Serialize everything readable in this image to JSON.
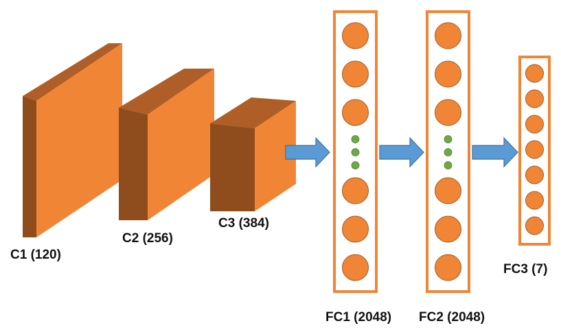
{
  "colors": {
    "block_front": "#F08535",
    "block_top": "#AE5E26",
    "block_side": "#8F4D1E",
    "neuron_fill": "#F08535",
    "neuron_stroke": "#A35A22",
    "dot_fill": "#6DAA45",
    "frame_stroke": "#F08535",
    "arrow_fill": "#5B9BD5",
    "arrow_stroke": "#41719C"
  },
  "layers": {
    "c1": "C1 (120)",
    "c2": "C2 (256)",
    "c3": "C3 (384)",
    "fc1": "FC1 (2048)",
    "fc2": "FC2 (2048)",
    "fc3": "FC3 (7)"
  }
}
